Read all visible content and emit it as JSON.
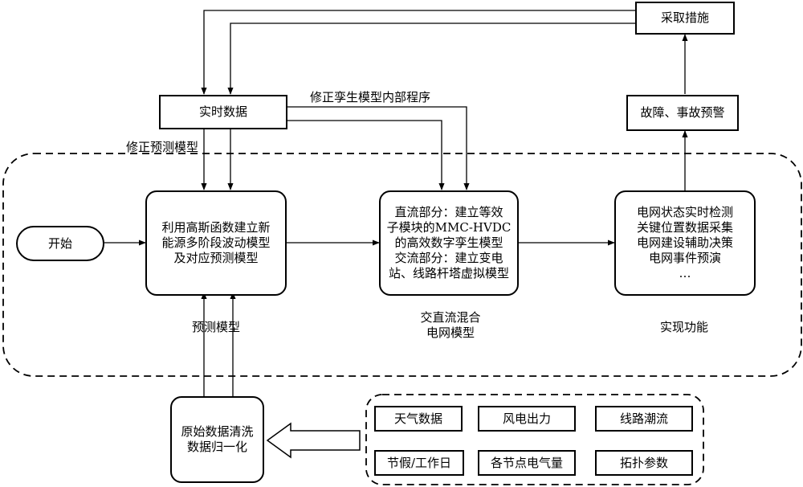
{
  "nodes": {
    "start": "开始",
    "realtime": "实时数据",
    "measures": "采取措施",
    "warning": "故障、事故预警",
    "predict_lines": [
      "利用高斯函数建立新",
      "能源多阶段波动模型",
      "及对应预测模型"
    ],
    "hybrid_lines": [
      "直流部分：建立等效",
      "子模块的MMC-HVDC",
      "的高效数字孪生模型",
      "交流部分：建立变电",
      "站、线路杆塔虚拟模型"
    ],
    "function_lines": [
      "电网状态实时检测",
      "关键位置数据采集",
      "电网建设辅助决策",
      "电网事件预演",
      "…"
    ],
    "clean_lines": [
      "原始数据清洗",
      "数据归一化"
    ]
  },
  "edge_labels": {
    "fix_twin": "修正孪生模型内部程序",
    "fix_predict": "修正预测模型"
  },
  "region_labels": {
    "predict": "预测模型",
    "hybrid_lines": [
      "交直流混合",
      "电网模型"
    ],
    "functions": "实现功能"
  },
  "data_sources": [
    "天气数据",
    "风电出力",
    "线路潮流",
    "节假/工作日",
    "各节点电气量",
    "拓扑参数"
  ]
}
